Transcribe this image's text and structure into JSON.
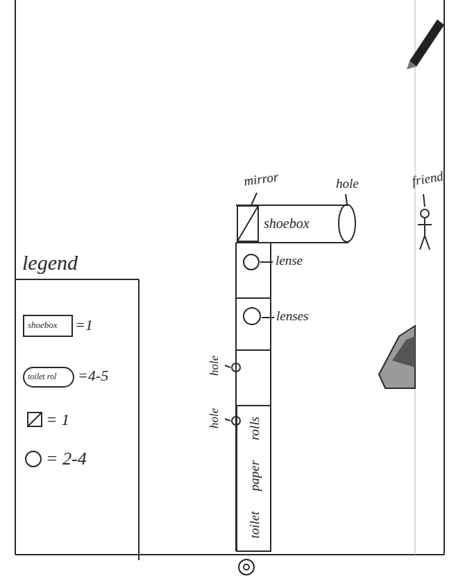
{
  "diagram": {
    "nodes": [
      {
        "text": [
          "shoebox"
        ]
      },
      {
        "text": [
          "rolls"
        ]
      },
      {
        "text": [
          "paper"
        ]
      },
      {
        "text": [
          "toilet"
        ]
      }
    ],
    "labels": [
      "mirror",
      "hole",
      "friend",
      "lense",
      "lenses",
      "hole",
      "hole",
      "legend",
      "shoebox",
      "toilet rol"
    ],
    "legend": [
      {
        "text": "=1"
      },
      {
        "text": "=4-5"
      },
      {
        "text": "= 1"
      },
      {
        "text": "= 2-4"
      }
    ]
  }
}
